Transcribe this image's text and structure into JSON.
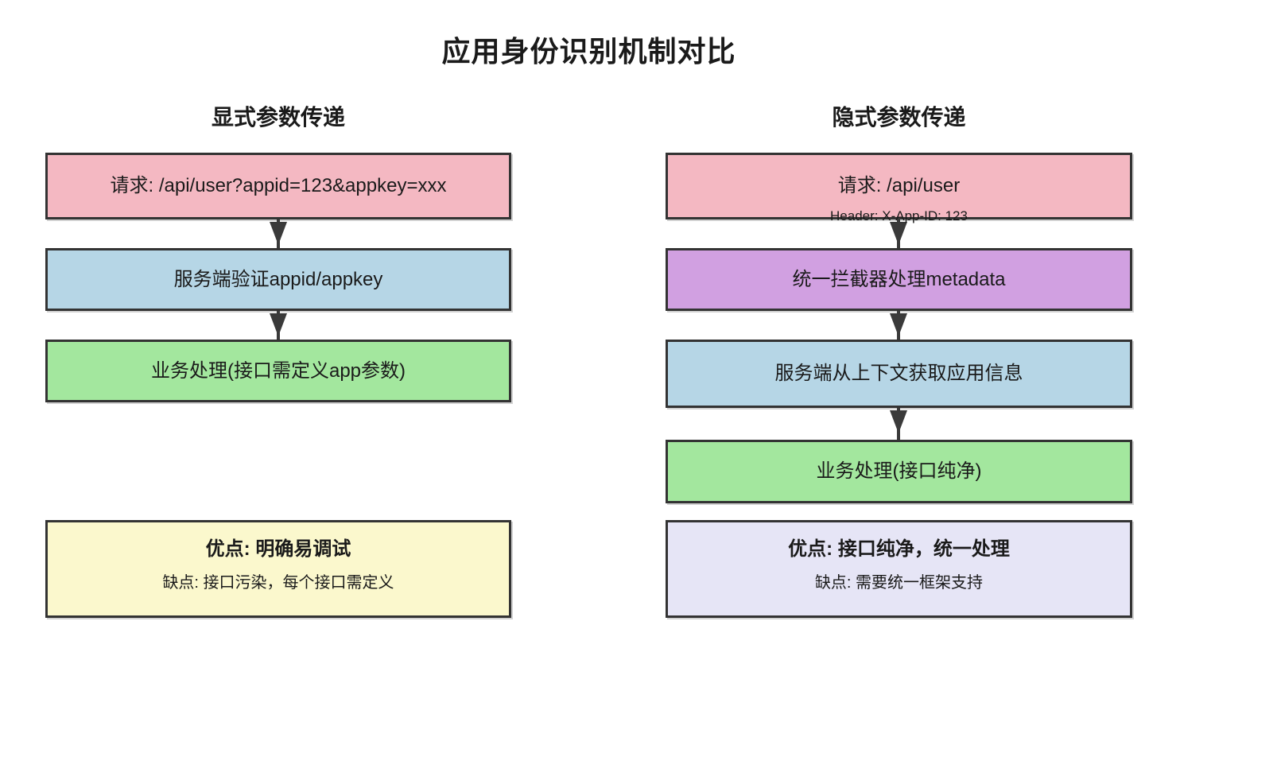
{
  "title": "应用身份识别机制对比",
  "colors": {
    "pink": "#F4B8C2",
    "blue": "#B6D6E6",
    "green": "#A3E79E",
    "purple": "#D1A0E1",
    "yellow": "#FBF8CD",
    "lavender": "#E6E5F6",
    "border": "#333333",
    "arrow": "#3A3A3A",
    "text": "#1A1A1A",
    "background": "#FFFFFF"
  },
  "columns": [
    {
      "header": "显式参数传递",
      "boxes": [
        {
          "text": "请求: /api/user?appid=123&appkey=xxx",
          "fill": "pink"
        },
        {
          "text": "服务端验证appid/appkey",
          "fill": "blue"
        },
        {
          "text": "业务处理(接口需定义app参数)",
          "fill": "green"
        }
      ],
      "summary": {
        "pros": "优点: 明确易调试",
        "cons": "缺点: 接口污染，每个接口需定义",
        "fill": "yellow"
      }
    },
    {
      "header": "隐式参数传递",
      "boxes": [
        {
          "text": "请求: /api/user",
          "subtext": "Header: X-App-ID: 123",
          "fill": "pink"
        },
        {
          "text": "统一拦截器处理metadata",
          "fill": "purple"
        },
        {
          "text": "服务端从上下文获取应用信息",
          "fill": "blue"
        },
        {
          "text": "业务处理(接口纯净)",
          "fill": "green"
        }
      ],
      "summary": {
        "pros": "优点: 接口纯净，统一处理",
        "cons": "缺点: 需要统一框架支持",
        "fill": "lavender"
      }
    }
  ]
}
